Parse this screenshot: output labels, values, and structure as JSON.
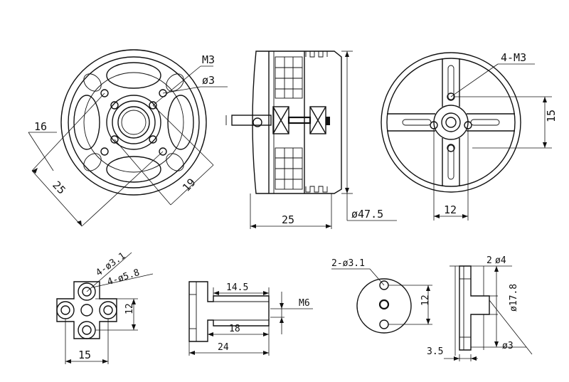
{
  "drawing": {
    "front_view": {
      "thread_label": "M3",
      "hole_label": "ø3",
      "dim_left": "16",
      "dim_bottom": "25",
      "dim_right": "19"
    },
    "side_view": {
      "length_label": "25",
      "diameter_label": "ø47.5"
    },
    "rear_view": {
      "thread_label": "4-M3",
      "height_label": "15",
      "width_label": "12"
    },
    "prop_adapter_front": {
      "hole_small_label": "4-ø3.1",
      "hole_large_label": "4-ø5.8",
      "height_label": "12",
      "width_label": "15"
    },
    "prop_adapter_side": {
      "top_label": "14.5",
      "thread_label": "M6",
      "mid_label": "18",
      "bottom_label": "24"
    },
    "mount_front": {
      "hole_label": "2-ø3.1",
      "height_label": "12"
    },
    "mount_side": {
      "top_label": "2",
      "diam_label": "ø4",
      "large_diam_label": "ø17.8",
      "thickness_label": "3.5",
      "shaft_label": "ø3"
    }
  }
}
